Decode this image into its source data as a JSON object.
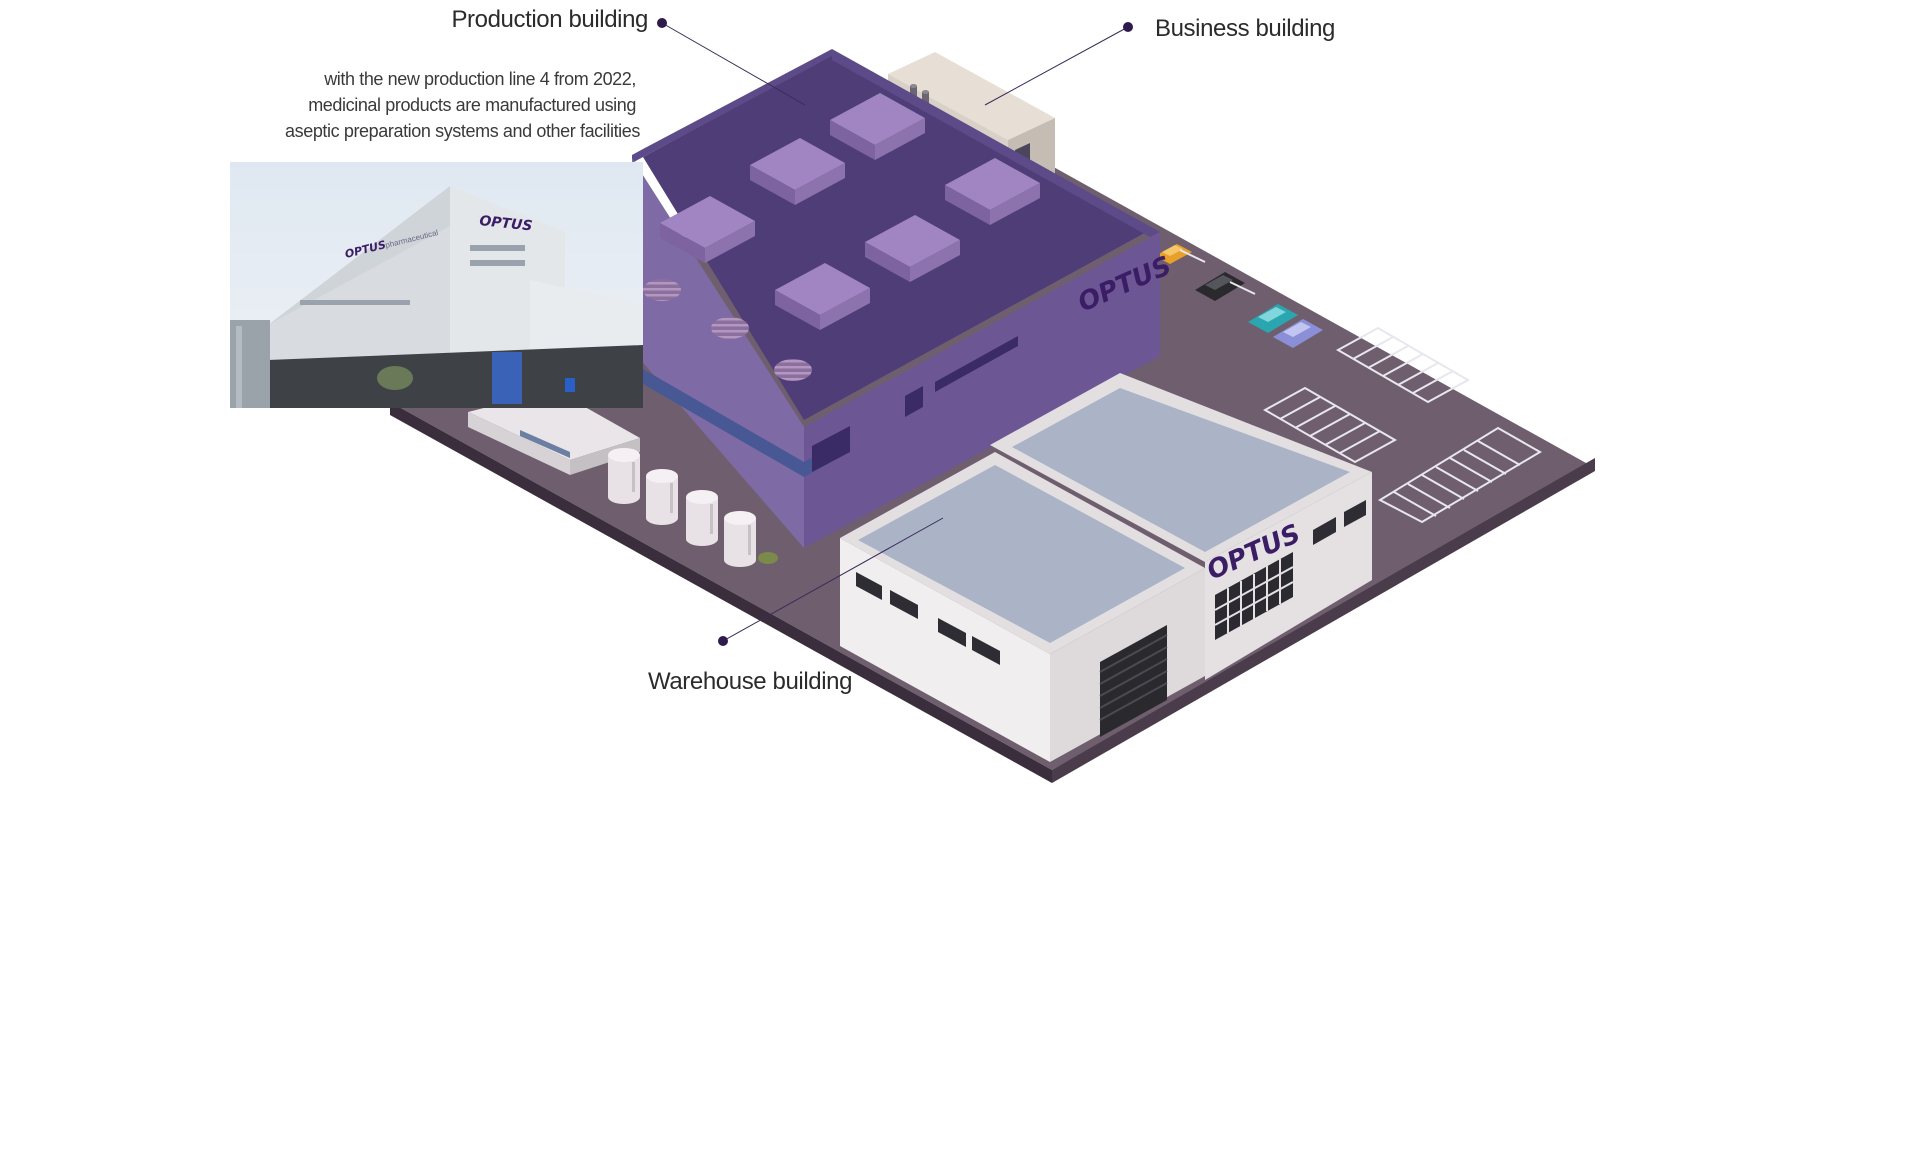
{
  "callouts": {
    "production": {
      "title": "Production building",
      "description": [
        "with the new production line 4 from 2022,",
        "medicinal products are manufactured using",
        "aseptic preparation systems and other facilities"
      ]
    },
    "business": {
      "title": "Business building"
    },
    "warehouse": {
      "title": "Warehouse building"
    }
  },
  "photo": {
    "sign_logo": "OPTUS",
    "sign_subtext": "pharmaceutical"
  },
  "building_logos": {
    "production": "OPTUS",
    "warehouse": "OPTUS"
  },
  "colors": {
    "site_ground": "#6f5f6e",
    "site_edge": "#3a2e3c",
    "production_roof": "#4f3d78",
    "production_wall_left": "#7e6aa4",
    "production_wall_right": "#6c5694",
    "warehouse_roof": "#aab4c6",
    "warehouse_wall": "#f1eeef",
    "logo": "#3b1d66",
    "callout_dot": "#2e1a4c"
  }
}
